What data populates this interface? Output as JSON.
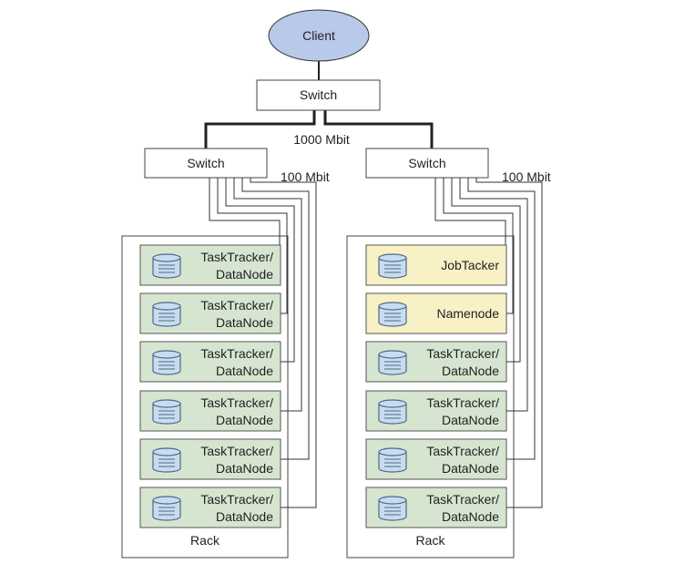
{
  "client": {
    "label": "Client"
  },
  "core_switch": {
    "label": "Switch"
  },
  "links": {
    "core_speed": "1000 Mbit"
  },
  "racks": [
    {
      "switch_label": "Switch",
      "uplink_speed": "100 Mbit",
      "rack_label": "Rack",
      "nodes": [
        {
          "line1": "TaskTracker/",
          "line2": "DataNode",
          "role": "worker"
        },
        {
          "line1": "TaskTracker/",
          "line2": "DataNode",
          "role": "worker"
        },
        {
          "line1": "TaskTracker/",
          "line2": "DataNode",
          "role": "worker"
        },
        {
          "line1": "TaskTracker/",
          "line2": "DataNode",
          "role": "worker"
        },
        {
          "line1": "TaskTracker/",
          "line2": "DataNode",
          "role": "worker"
        },
        {
          "line1": "TaskTracker/",
          "line2": "DataNode",
          "role": "worker"
        }
      ]
    },
    {
      "switch_label": "Switch",
      "uplink_speed": "100 Mbit",
      "rack_label": "Rack",
      "nodes": [
        {
          "line1": "JobTacker",
          "line2": "",
          "role": "master"
        },
        {
          "line1": "Namenode",
          "line2": "",
          "role": "master"
        },
        {
          "line1": "TaskTracker/",
          "line2": "DataNode",
          "role": "worker"
        },
        {
          "line1": "TaskTracker/",
          "line2": "DataNode",
          "role": "worker"
        },
        {
          "line1": "TaskTracker/",
          "line2": "DataNode",
          "role": "worker"
        },
        {
          "line1": "TaskTracker/",
          "line2": "DataNode",
          "role": "worker"
        }
      ]
    }
  ],
  "colors": {
    "client_fill": "#b9c9ea",
    "worker_fill": "#d6e5cf",
    "master_fill": "#f8f1c6",
    "db_fill": "#c9dcef",
    "db_stroke": "#4d6a86",
    "wire": "#222222"
  }
}
